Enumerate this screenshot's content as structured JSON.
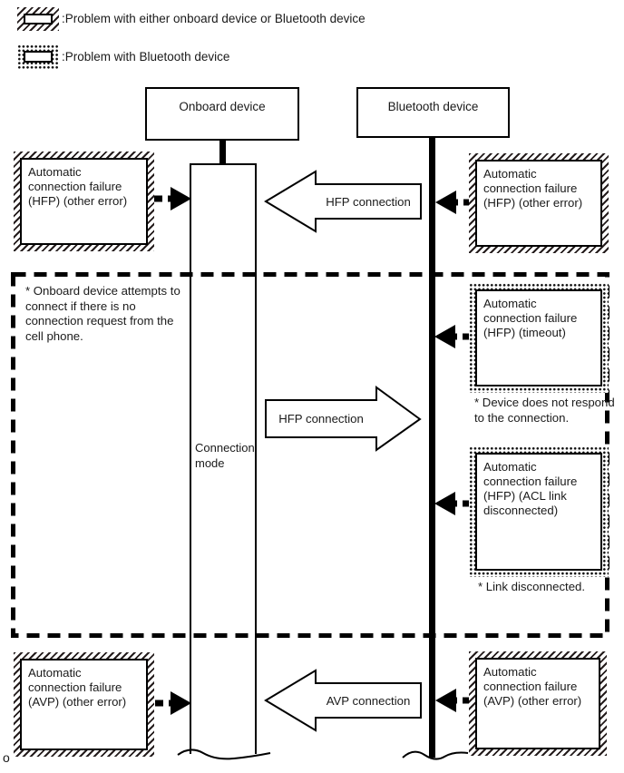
{
  "legend": {
    "items": [
      {
        "style": "hatched",
        "label": ":Problem with either onboard device or Bluetooth device"
      },
      {
        "style": "dotted",
        "label": ":Problem with Bluetooth device"
      }
    ]
  },
  "actors": {
    "onboard": "Onboard device",
    "bluetooth": "Bluetooth device"
  },
  "lifeline_label": "Connection mode",
  "connection_arrows": {
    "hfp_top": "HFP connection",
    "hfp_middle": "HFP connection",
    "avp_bottom": "AVP connection"
  },
  "error_boxes": {
    "onboard_hfp": "Automatic connection failure (HFP) (other error)",
    "bluetooth_hfp": "Automatic connection failure (HFP) (other error)",
    "bluetooth_hfp_timeout": "Automatic connection failure (HFP) (timeout)",
    "bluetooth_hfp_acl": "Automatic connection failure (HFP) (ACL link disconnected)",
    "onboard_avp": "Automatic connection failure (AVP) (other error)",
    "bluetooth_avp": "Automatic connection failure (AVP) (other error)"
  },
  "notes": {
    "onboard_attempt": "* Onboard device attempts to connect if there is no connection request from the cell phone.",
    "device_no_response": "* Device does not respond to the connection.",
    "link_disconnected": "* Link disconnected.",
    "page_marker": "o"
  },
  "colors": {
    "ink": "#000000",
    "paper": "#ffffff",
    "hatch_ink": "#241c1c"
  }
}
